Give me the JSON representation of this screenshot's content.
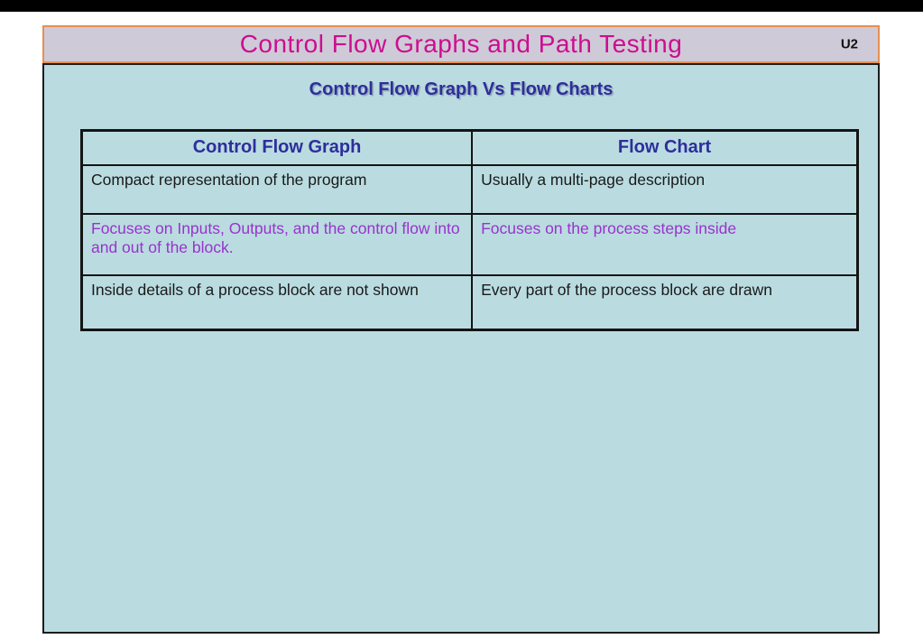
{
  "slide": {
    "title": "Control Flow Graphs and Path Testing",
    "badge": "U2",
    "subtitle": "Control Flow Graph Vs Flow Charts",
    "table": {
      "headers": [
        "Control Flow Graph",
        "Flow Chart"
      ],
      "rows": [
        {
          "left": "Compact representation of the program",
          "right": "Usually a multi-page description"
        },
        {
          "left": "Focuses on Inputs, Outputs, and the control flow into and out of the block.",
          "right": "Focuses on the process steps inside"
        },
        {
          "left": "Inside details of a process block are not shown",
          "right": "Every part of the process block are drawn"
        }
      ]
    },
    "colors": {
      "title": "#cc0d90",
      "header_bg": "#cfcad7",
      "header_border": "#e78f52",
      "content_bg": "#badce1",
      "heading_blue": "#2e2e9b",
      "row_purple": "#9933cc",
      "text_black": "#1a1a1a"
    }
  }
}
